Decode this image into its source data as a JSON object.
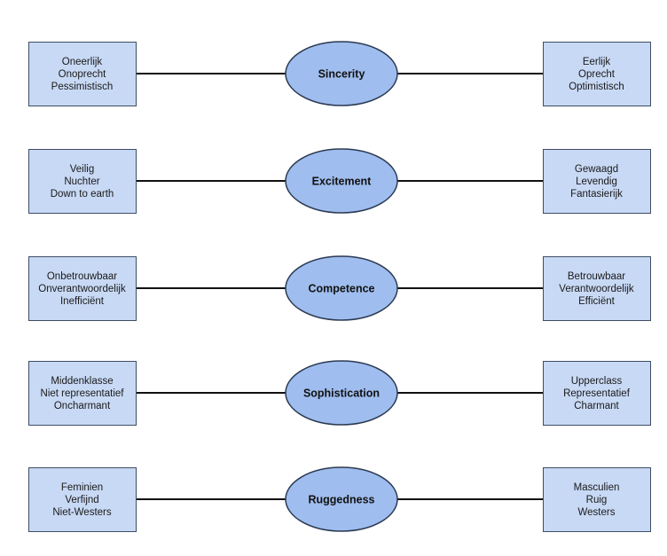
{
  "colors": {
    "box_fill": "#c8d9f5",
    "box_stroke": "#3e4d63",
    "ellipse_fill": "#9fbdee",
    "ellipse_stroke": "#2b3a52",
    "line": "#111111"
  },
  "rows": [
    {
      "center": "Sincerity",
      "left": [
        "Oneerlijk",
        "Onoprecht",
        "Pessimistisch"
      ],
      "right": [
        "Eerlijk",
        "Oprecht",
        "Optimistisch"
      ]
    },
    {
      "center": "Excitement",
      "left": [
        "Veilig",
        "Nuchter",
        "Down to earth"
      ],
      "right": [
        "Gewaagd",
        "Levendig",
        "Fantasierijk"
      ]
    },
    {
      "center": "Competence",
      "left": [
        "Onbetrouwbaar",
        "Onverantwoordelijk",
        "Inefficiënt"
      ],
      "right": [
        "Betrouwbaar",
        "Verantwoordelijk",
        "Efficiënt"
      ]
    },
    {
      "center": "Sophistication",
      "left": [
        "Middenklasse",
        "Niet representatief",
        "Oncharmant"
      ],
      "right": [
        "Upperclass",
        "Representatief",
        "Charmant"
      ]
    },
    {
      "center": "Ruggedness",
      "left": [
        "Feminien",
        "Verfijnd",
        "Niet-Westers"
      ],
      "right": [
        "Masculien",
        "Ruig",
        "Westers"
      ]
    }
  ]
}
